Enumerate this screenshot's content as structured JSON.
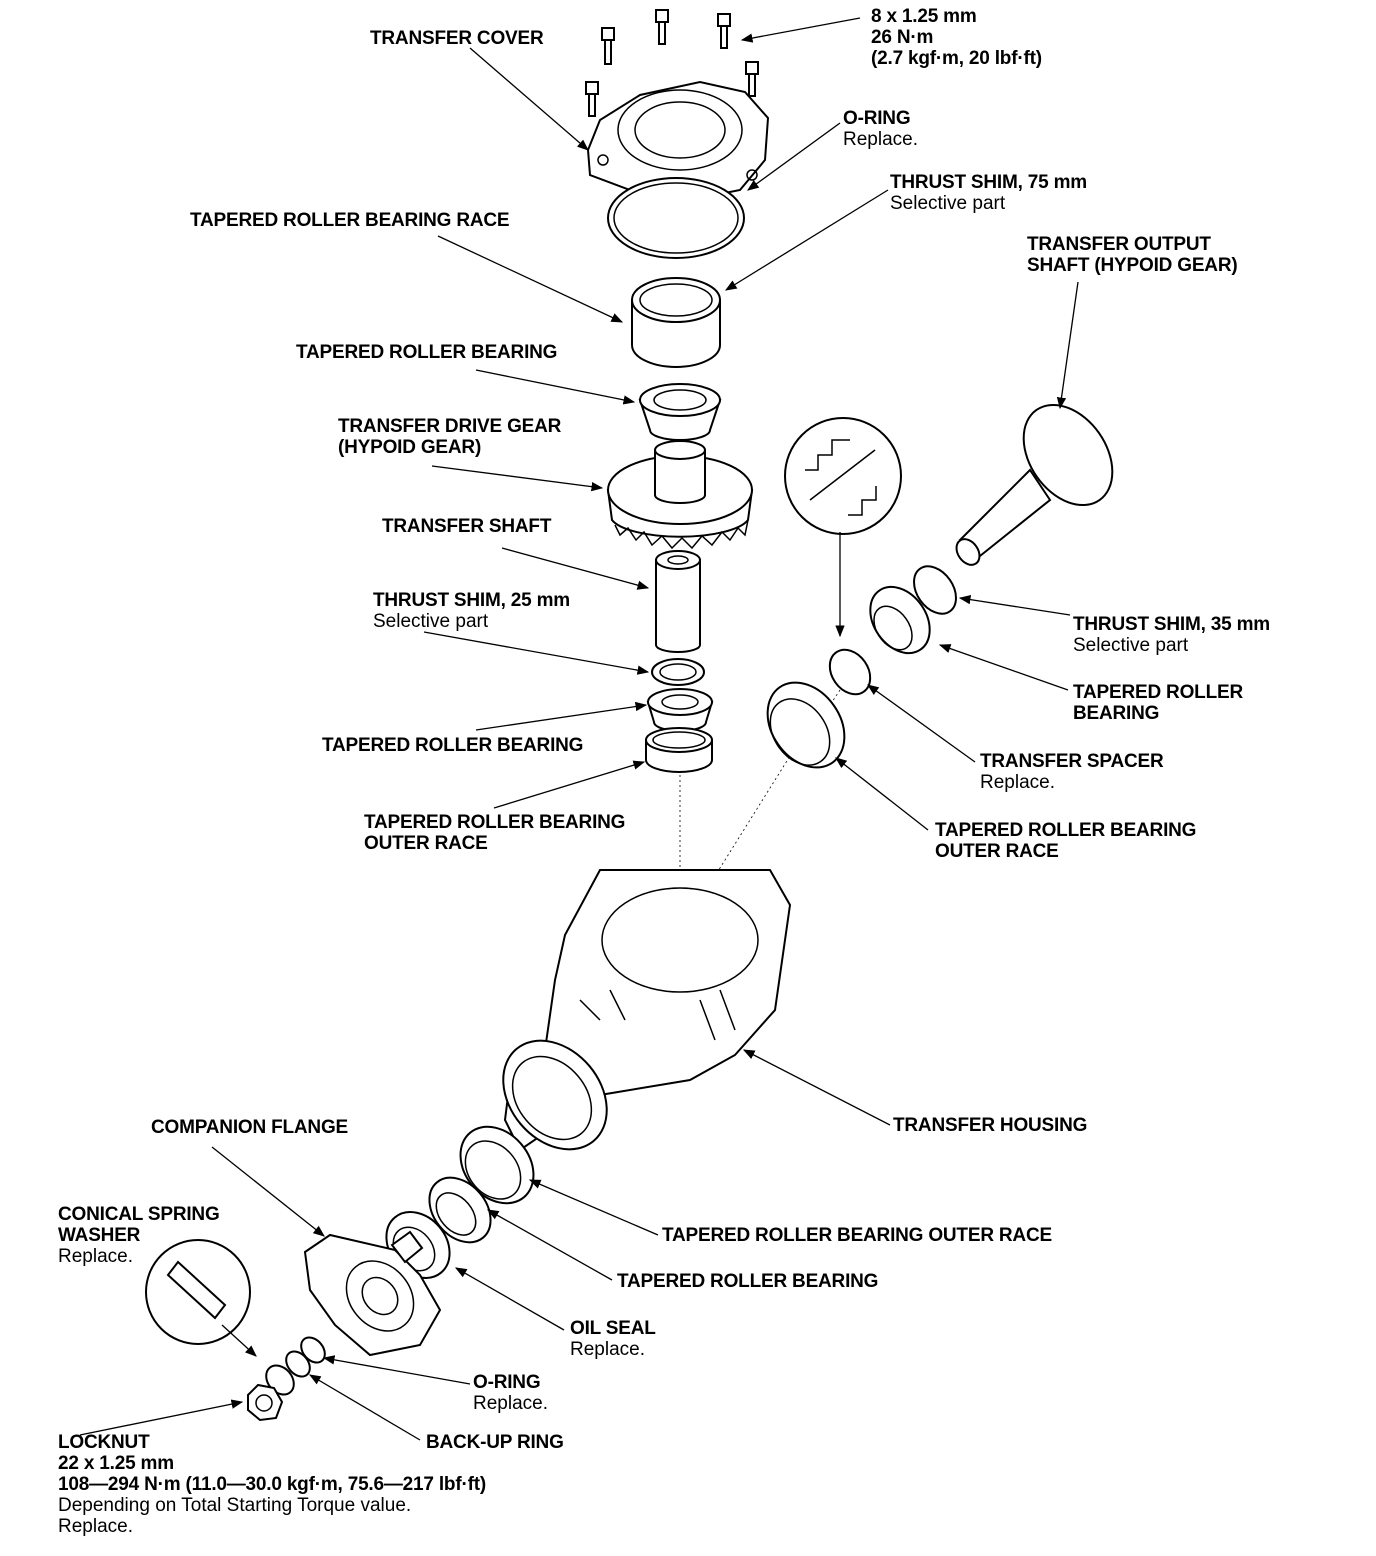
{
  "labels": {
    "bolt_spec": {
      "t": [
        "8 x 1.25 mm",
        "26 N·m",
        "(2.7 kgf·m, 20 lbf·ft)"
      ],
      "n": []
    },
    "transfer_cover": {
      "t": [
        "TRANSFER COVER"
      ],
      "n": []
    },
    "o_ring_top": {
      "t": [
        "O-RING"
      ],
      "n": [
        "Replace."
      ]
    },
    "thrust_shim_75": {
      "t": [
        "THRUST SHIM, 75 mm"
      ],
      "n": [
        "Selective part"
      ]
    },
    "tapered_roller_bearing_race": {
      "t": [
        "TAPERED ROLLER BEARING RACE"
      ],
      "n": []
    },
    "transfer_output_shaft": {
      "t": [
        "TRANSFER OUTPUT",
        "SHAFT (HYPOID GEAR)"
      ],
      "n": []
    },
    "tapered_roller_bearing_1": {
      "t": [
        "TAPERED ROLLER BEARING"
      ],
      "n": []
    },
    "transfer_drive_gear": {
      "t": [
        "TRANSFER DRIVE GEAR",
        "(HYPOID GEAR)"
      ],
      "n": []
    },
    "transfer_shaft": {
      "t": [
        "TRANSFER SHAFT"
      ],
      "n": []
    },
    "thrust_shim_25": {
      "t": [
        "THRUST SHIM, 25 mm"
      ],
      "n": [
        "Selective part"
      ]
    },
    "thrust_shim_35": {
      "t": [
        "THRUST SHIM, 35 mm"
      ],
      "n": [
        "Selective part"
      ]
    },
    "tapered_roller_bearing_right": {
      "t": [
        "TAPERED ROLLER",
        "BEARING"
      ],
      "n": []
    },
    "tapered_roller_bearing_2": {
      "t": [
        "TAPERED ROLLER BEARING"
      ],
      "n": []
    },
    "transfer_spacer": {
      "t": [
        "TRANSFER SPACER"
      ],
      "n": [
        "Replace."
      ]
    },
    "outer_race_left": {
      "t": [
        "TAPERED ROLLER BEARING",
        "OUTER RACE"
      ],
      "n": []
    },
    "outer_race_right": {
      "t": [
        "TAPERED ROLLER BEARING",
        "OUTER RACE"
      ],
      "n": []
    },
    "companion_flange": {
      "t": [
        "COMPANION FLANGE"
      ],
      "n": []
    },
    "transfer_housing": {
      "t": [
        "TRANSFER HOUSING"
      ],
      "n": []
    },
    "conical_spring_washer": {
      "t": [
        "CONICAL SPRING",
        "WASHER"
      ],
      "n": [
        "Replace."
      ]
    },
    "outer_race_lower": {
      "t": [
        "TAPERED ROLLER BEARING OUTER RACE"
      ],
      "n": []
    },
    "tapered_roller_bearing_lower": {
      "t": [
        "TAPERED ROLLER BEARING"
      ],
      "n": []
    },
    "oil_seal": {
      "t": [
        "OIL SEAL"
      ],
      "n": [
        "Replace."
      ]
    },
    "o_ring_lower": {
      "t": [
        "O-RING"
      ],
      "n": [
        "Replace."
      ]
    },
    "back_up_ring": {
      "t": [
        "BACK-UP RING"
      ],
      "n": []
    },
    "locknut": {
      "t": [
        "LOCKNUT",
        "22 x 1.25 mm",
        "108—294 N·m (11.0—30.0 kgf·m, 75.6—217 lbf·ft)"
      ],
      "n": [
        "Depending on Total Starting Torque value.",
        "Replace."
      ]
    }
  }
}
